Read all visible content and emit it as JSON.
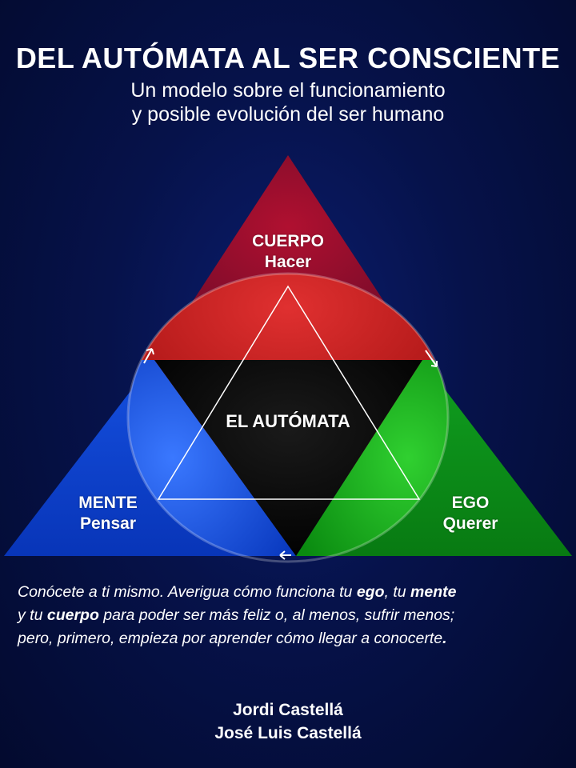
{
  "header": {
    "title": "DEL AUTÓMATA AL SER CONSCIENTE",
    "subtitle_line1": "Un modelo sobre el funcionamiento",
    "subtitle_line2": "y posible evolución del ser humano"
  },
  "diagram": {
    "top": {
      "name": "CUERPO",
      "action": "Hacer"
    },
    "left": {
      "name": "MENTE",
      "action": "Pensar"
    },
    "right": {
      "name": "EGO",
      "action": "Querer"
    },
    "center": "EL AUTÓMATA",
    "colors": {
      "top": "#8a0a2e",
      "left": "#0a3fd0",
      "right": "#0a8a14",
      "center": "#000000"
    }
  },
  "paragraph": {
    "p1": "Conócete a ti mismo. Averigua cómo funciona tu ",
    "ego": "ego",
    "p2": ", tu ",
    "mente": "mente",
    "p3": "y tu ",
    "cuerpo": "cuerpo",
    "p4": " para poder ser más feliz o, al menos, sufrir menos;",
    "p5": "pero, primero, empieza por aprender cómo llegar a conocerte",
    "p6": "."
  },
  "authors": [
    "Jordi Castellá",
    "José Luis Castellá"
  ]
}
